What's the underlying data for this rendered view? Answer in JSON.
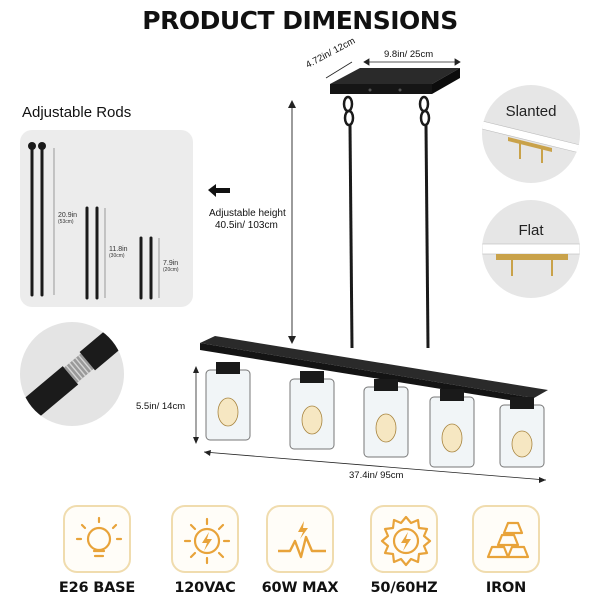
{
  "title": "PRODUCT DIMENSIONS",
  "rods": {
    "heading": "Adjustable Rods",
    "items": [
      {
        "label": "20.9in",
        "sub": "(53cm)"
      },
      {
        "label": "11.8in",
        "sub": "(30cm)"
      },
      {
        "label": "7.9in",
        "sub": "(20cm)"
      }
    ]
  },
  "adjustable_height": {
    "line1": "Adjustable height",
    "line2": "40.5in/ 103cm"
  },
  "dimensions": {
    "canopy_depth": "4.72in/ 12cm",
    "canopy_width": "9.8in/ 25cm",
    "shade_height": "5.5in/ 14cm",
    "total_width": "37.4in/ 95cm"
  },
  "mounts": [
    {
      "label": "Slanted"
    },
    {
      "label": "Flat"
    }
  ],
  "specs": [
    {
      "label": "E26 BASE",
      "icon": "bulb-icon"
    },
    {
      "label": "120VAC",
      "icon": "sun-bolt-icon"
    },
    {
      "label": "60W MAX",
      "icon": "power-wave-icon"
    },
    {
      "label": "50/60HZ",
      "icon": "gear-bolt-icon"
    },
    {
      "label": "IRON",
      "icon": "iron-bars-icon"
    }
  ],
  "colors": {
    "accent": "#e8a33a",
    "metal": "#1e1e1e",
    "brass": "#c9a24a"
  }
}
